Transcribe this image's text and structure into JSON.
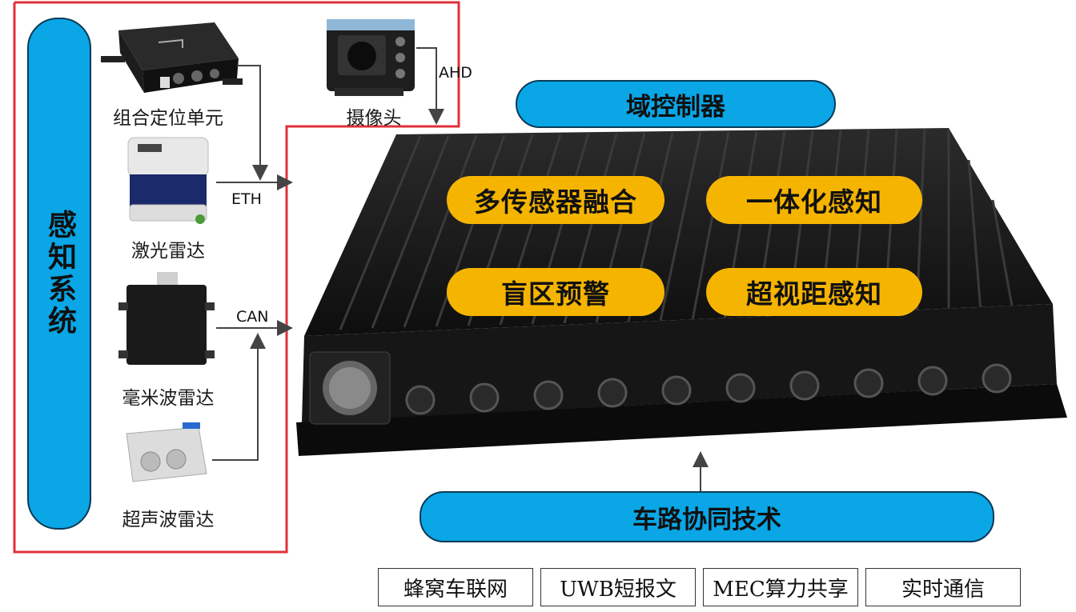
{
  "perception": {
    "title": "感知系统",
    "devices": [
      {
        "label": "组合定位单元"
      },
      {
        "label": "摄像头"
      },
      {
        "label": "激光雷达"
      },
      {
        "label": "毫米波雷达"
      },
      {
        "label": "超声波雷达"
      }
    ],
    "signals": {
      "ahd": "AHD",
      "eth": "ETH",
      "can": "CAN"
    }
  },
  "controller": {
    "title": "域控制器",
    "features": [
      "多传感器融合",
      "一体化感知",
      "盲区预警",
      "超视距感知"
    ]
  },
  "v2x": {
    "title": "车路协同技术",
    "items": [
      "蜂窝车联网",
      "UWB短报文",
      "MEC算力共享",
      "实时通信"
    ]
  },
  "colors": {
    "blue": "#0aa6e6",
    "yellow": "#f5b400",
    "red": "#e0303a"
  }
}
